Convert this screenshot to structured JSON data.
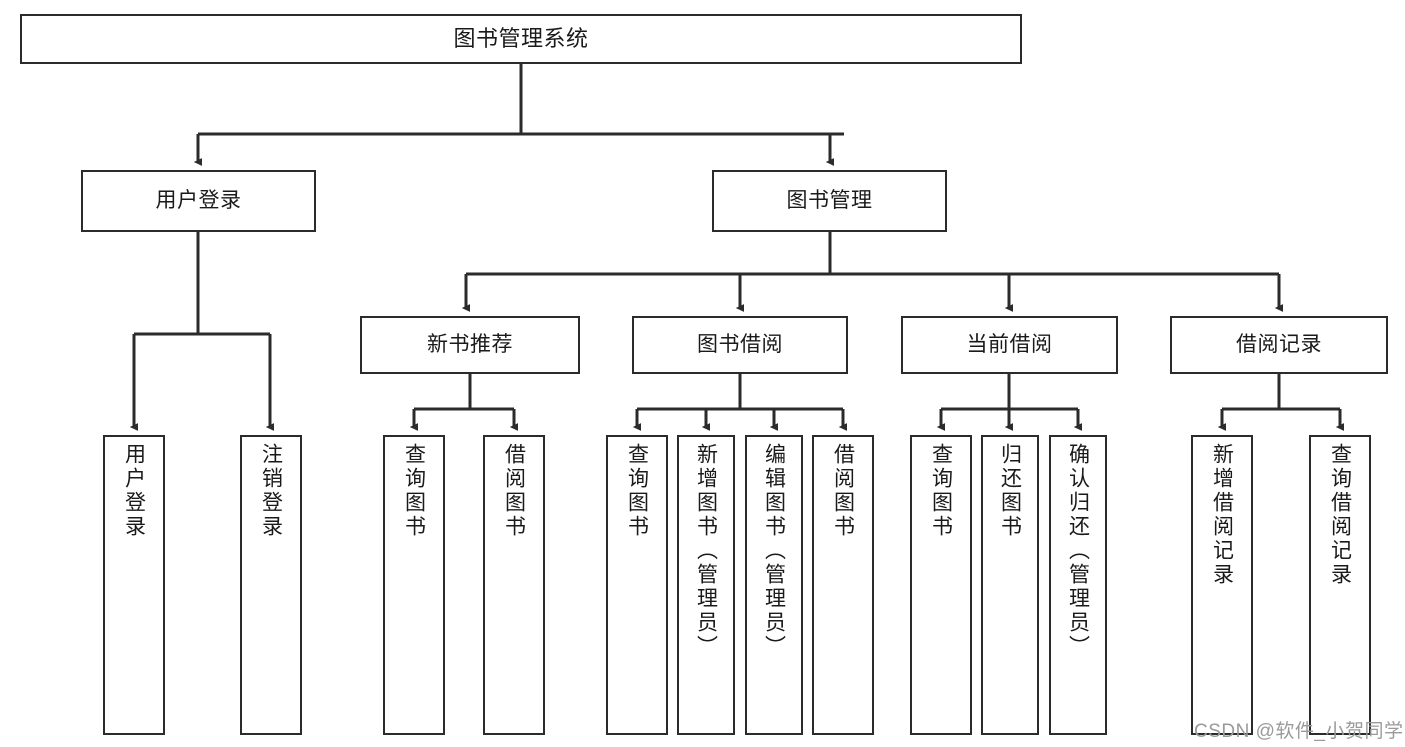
{
  "diagram": {
    "type": "tree",
    "orientation": "top-down",
    "title": "图书管理系统",
    "colors": {
      "box_border": "#2b2b2b",
      "box_fill": "#ffffff",
      "edge": "#2b2b2b",
      "text": "#1a1a1a",
      "watermark": "#9a9a9a",
      "background": "#ffffff"
    }
  },
  "nodes": {
    "root": {
      "label": "图书管理系统"
    },
    "level2": [
      {
        "id": "user-login",
        "label": "用户登录"
      },
      {
        "id": "book-manage",
        "label": "图书管理"
      }
    ],
    "level3": [
      {
        "id": "new-book-recommend",
        "label": "新书推荐"
      },
      {
        "id": "book-borrow",
        "label": "图书借阅"
      },
      {
        "id": "current-borrow",
        "label": "当前借阅"
      },
      {
        "id": "borrow-record",
        "label": "借阅记录"
      }
    ],
    "leaves": [
      {
        "id": "leaf-user-login",
        "label": "用户登录",
        "parent": "user-login"
      },
      {
        "id": "leaf-logout",
        "label": "注销登录",
        "parent": "user-login"
      },
      {
        "id": "leaf-query-book-1",
        "label": "查询图书",
        "parent": "new-book-recommend"
      },
      {
        "id": "leaf-borrow-book-1",
        "label": "借阅图书",
        "parent": "new-book-recommend"
      },
      {
        "id": "leaf-query-book-2",
        "label": "查询图书",
        "parent": "book-borrow"
      },
      {
        "id": "leaf-add-book",
        "label": "新增图书（管理员）",
        "parent": "book-borrow"
      },
      {
        "id": "leaf-edit-book",
        "label": "编辑图书（管理员）",
        "parent": "book-borrow"
      },
      {
        "id": "leaf-borrow-book-2",
        "label": "借阅图书",
        "parent": "book-borrow"
      },
      {
        "id": "leaf-query-book-3",
        "label": "查询图书",
        "parent": "current-borrow"
      },
      {
        "id": "leaf-return-book",
        "label": "归还图书",
        "parent": "current-borrow"
      },
      {
        "id": "leaf-confirm-return",
        "label": "确认归还（管理员）",
        "parent": "current-borrow"
      },
      {
        "id": "leaf-add-record",
        "label": "新增借阅记录",
        "parent": "borrow-record"
      },
      {
        "id": "leaf-query-record",
        "label": "查询借阅记录",
        "parent": "borrow-record"
      }
    ]
  },
  "watermark": {
    "text": "CSDN @软件_小贺同学"
  }
}
